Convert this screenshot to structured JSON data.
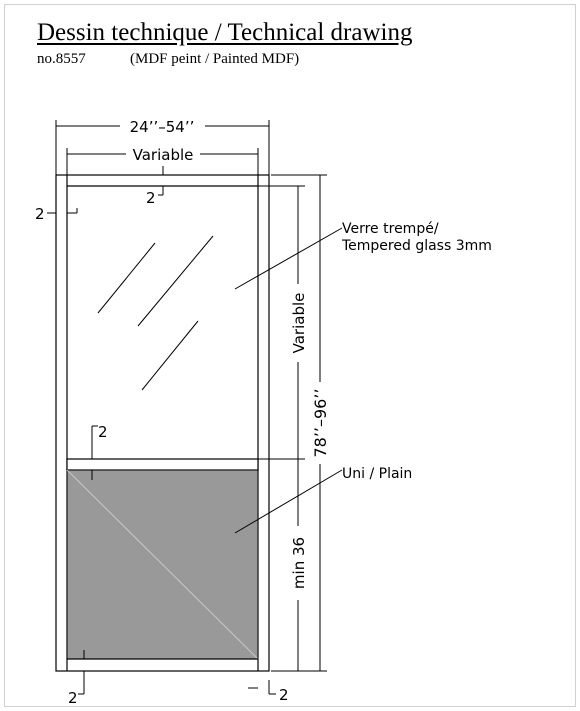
{
  "header": {
    "title": "Dessin technique / Technical drawing",
    "model_number": "no.8557",
    "material": "(MDF peint / Painted MDF)"
  },
  "drawing": {
    "dimensions": {
      "overall_width": "24’’–54’’",
      "inner_width": "Variable",
      "overall_height": "78’’–96’’",
      "upper_height": "Variable",
      "lower_height": "min 36",
      "frame_left": "2",
      "frame_top": "2",
      "rail_middle": "2",
      "frame_bottom": "2",
      "frame_right": "2"
    },
    "callouts": {
      "glass_line1": "Verre trempé/",
      "glass_line2": "Tempered glass 3mm",
      "panel": "Uni / Plain"
    },
    "colors": {
      "line": "#000000",
      "panel_fill": "#999999",
      "panel_diagonal": "#c8c8c8"
    }
  }
}
